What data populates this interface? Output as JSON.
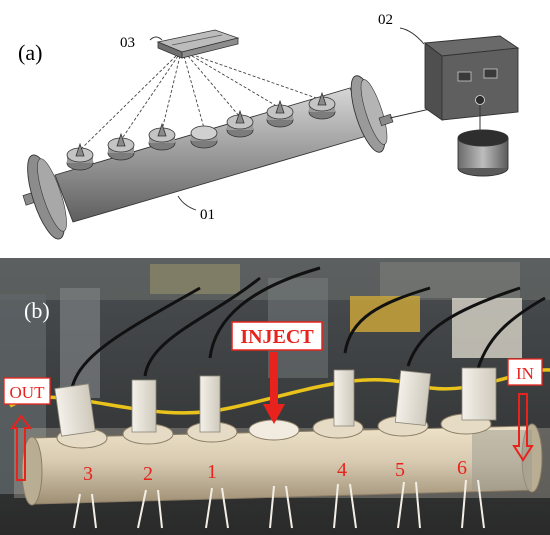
{
  "panel_a": {
    "label": "(a)",
    "callouts": {
      "pipe": "01",
      "controller": "02",
      "logger": "03"
    }
  },
  "panel_b": {
    "label": "(b)",
    "inject_label": "INJECT",
    "out_label": "OUT",
    "in_label": "IN",
    "sensor_numbers": [
      "3",
      "2",
      "1",
      "4",
      "5",
      "6"
    ],
    "colors": {
      "annotation": "#e8231d",
      "pipe": "#d8cbb2",
      "cable_yellow": "#e9c21c"
    }
  }
}
